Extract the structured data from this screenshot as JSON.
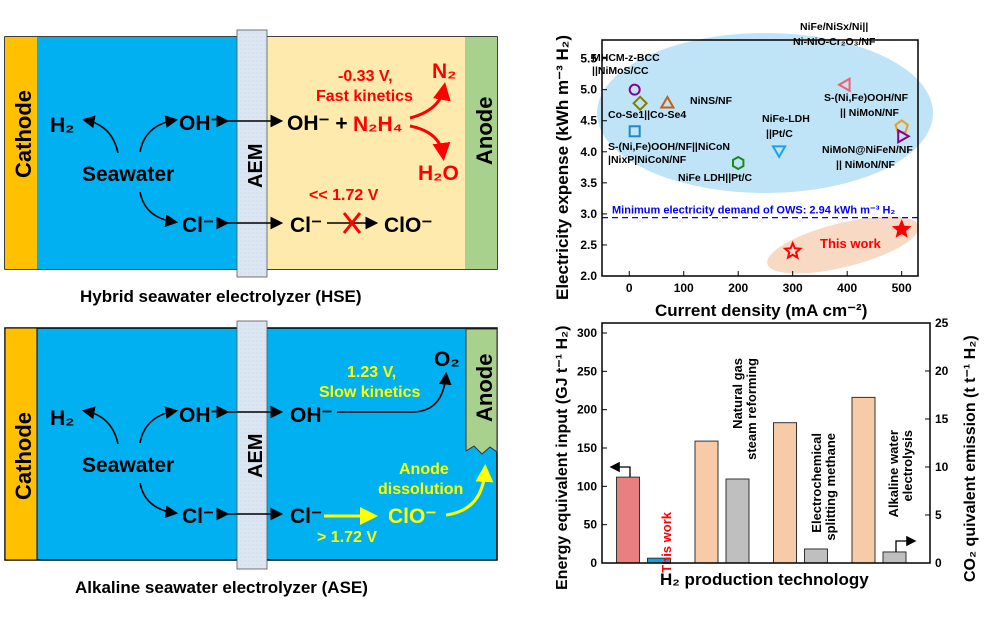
{
  "hse": {
    "cathode": "Cathode",
    "anode": "Anode",
    "aem": "AEM",
    "h2": "H₂",
    "oh_left": "OH⁻",
    "seawater": "Seawater",
    "cl_left": "Cl⁻",
    "oh_right": "OH⁻ +",
    "n2h4": "N₂H₄",
    "potential": "-0.33 V,",
    "kinetics": "Fast kinetics",
    "n2": "N₂",
    "h2o": "H₂O",
    "cl_potential": "<< 1.72 V",
    "cl_right": "Cl⁻",
    "clo": "ClO⁻",
    "caption": "Hybrid seawater electrolyzer (HSE)",
    "colors": {
      "cathode": "#FFC000",
      "electrolyte_left": "#00B0F0",
      "electrolyte_right": "#FFEAAE",
      "anode": "#A9D18E",
      "aem": "#DCE6F2"
    }
  },
  "ase": {
    "cathode": "Cathode",
    "anode": "Anode",
    "aem": "AEM",
    "h2": "H₂",
    "oh_left": "OH⁻",
    "seawater": "Seawater",
    "cl_left": "Cl⁻",
    "oh_right": "OH⁻",
    "o2": "O₂",
    "potential": "1.23 V,",
    "kinetics": "Slow kinetics",
    "dissolution_1": "Anode",
    "dissolution_2": "dissolution",
    "cl_right": "Cl⁻",
    "clo": "ClO⁻",
    "cl_potential": "> 1.72 V",
    "caption": "Alkaline seawater electrolyzer (ASE)"
  },
  "chart_data": [
    {
      "type": "scatter",
      "xlabel": "Current density (mA cm⁻²)",
      "ylabel": "Electricity expense (kWh m⁻³ H₂)",
      "xlim": [
        -50,
        530
      ],
      "ylim": [
        2.0,
        5.8
      ],
      "xticks": [
        0,
        100,
        200,
        300,
        400,
        500
      ],
      "yticks": [
        2.0,
        2.5,
        3.0,
        3.5,
        4.0,
        4.5,
        5.0,
        5.5
      ],
      "reference_line": {
        "y": 2.94,
        "label": "Minimum electricity demand of OWS: 2.94 kWh m⁻³ H₂",
        "color": "#0000ff"
      },
      "points": [
        {
          "label1": "MHCM-z-BCC",
          "label2": "||NiMoS/CC",
          "x": 10,
          "y": 5.0,
          "marker": "circle",
          "color": "#8B008B"
        },
        {
          "label1": "Co-Se1||Co-Se4",
          "label2": "",
          "x": 20,
          "y": 4.78,
          "marker": "diamond",
          "color": "#808000"
        },
        {
          "label1": "NiNS/NF",
          "label2": "",
          "x": 70,
          "y": 4.77,
          "marker": "triangle-up",
          "color": "#C0601A"
        },
        {
          "label1": "S-(Ni,Fe)OOH/NF||NiCoN",
          "label2": "|NixP|NiCoN/NF",
          "x": 10,
          "y": 4.33,
          "marker": "square",
          "color": "#1E88C8"
        },
        {
          "label1": "NiFe LDH||Pt/C",
          "label2": "",
          "x": 200,
          "y": 3.82,
          "marker": "hexagon",
          "color": "#1A8A1A"
        },
        {
          "label1": "NiFe-LDH",
          "label2": "||Pt/C",
          "x": 275,
          "y": 4.03,
          "marker": "triangle-down",
          "color": "#1EA0F0"
        },
        {
          "label1": "NiFe/NiSx/Ni||",
          "label2": "Ni-NiO-Cr₂O₃/NF",
          "x": 398,
          "y": 5.08,
          "marker": "triangle-left",
          "color": "#F06070"
        },
        {
          "label1": "S-(Ni,Fe)OOH/NF",
          "label2": "|| NiMoN/NF",
          "x": 500,
          "y": 4.4,
          "marker": "pentagon",
          "color": "#E8A020"
        },
        {
          "label1": "NiMoN@NiFeN/NF",
          "label2": "|| NiMoN/NF",
          "x": 500,
          "y": 4.25,
          "marker": "triangle-right",
          "color": "#8B008B"
        },
        {
          "label1": "This work",
          "label2": "",
          "x": 300,
          "y": 2.4,
          "marker": "star-open",
          "color": "#ff0000"
        },
        {
          "label1": "",
          "label2": "",
          "x": 500,
          "y": 2.75,
          "marker": "star",
          "color": "#ff0000"
        }
      ]
    },
    {
      "type": "bar",
      "xlabel": "H₂ production technology",
      "ylabel": "Energy equivalent input (GJ t⁻¹ H₂)",
      "ylabel_right": "CO₂ quivalent emission (t t⁻¹ H₂)",
      "ylim": [
        0,
        305
      ],
      "ylim_right": [
        0,
        25
      ],
      "yticks": [
        0,
        50,
        100,
        150,
        200,
        250,
        300
      ],
      "yticks_right": [
        0,
        5,
        10,
        15,
        20,
        25
      ],
      "categories": [
        {
          "label1": "This work",
          "label2": "",
          "energy": 112,
          "co2": 0.5,
          "label_color": "#ff0000",
          "energy_color": "#E98080",
          "co2_color": "#00A8E8"
        },
        {
          "label1": "Natural gas",
          "label2": "steam reforming",
          "energy": 159,
          "co2": 8.75,
          "label_color": "#000000",
          "energy_color": "#F8CBA8",
          "co2_color": "#BFBFBF"
        },
        {
          "label1": "Electrochemical",
          "label2": "splitting methane",
          "energy": 183,
          "co2": 1.46,
          "label_color": "#000000",
          "energy_color": "#F8CBA8",
          "co2_color": "#BFBFBF"
        },
        {
          "label1": "Alkaline water",
          "label2": "electrolysis",
          "energy": 216,
          "co2": 1.15,
          "label_color": "#000000",
          "energy_color": "#F8CBA8",
          "co2_color": "#BFBFBF"
        }
      ]
    }
  ]
}
